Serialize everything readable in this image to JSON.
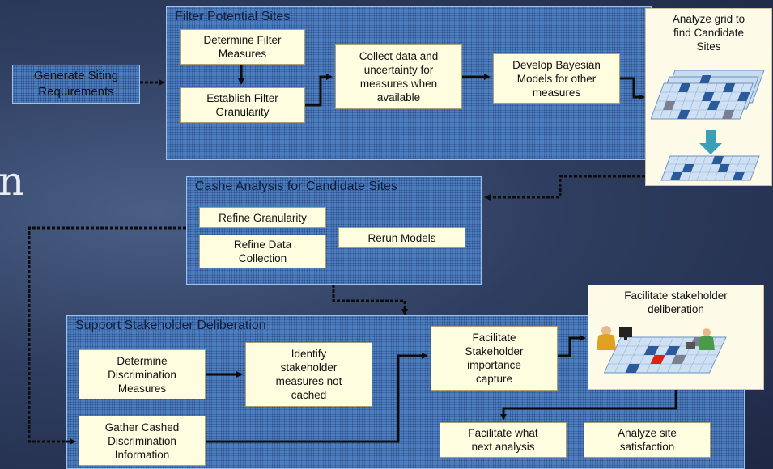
{
  "side_char": "n",
  "input_box": "Generate Siting\nRequirements",
  "filter": {
    "title": "Filter Potential Sites",
    "determine": "Determine Filter\nMeasures",
    "establish": "Establish Filter\nGranularity",
    "collect": "Collect data and\nuncertainty for\nmeasures when\navailable",
    "develop": "Develop Bayesian\nModels for other\nmeasures"
  },
  "analyze": {
    "caption": "Analyze grid to\nfind Candidate\nSites"
  },
  "cache": {
    "title": "Cashe Analysis for Candidate Sites",
    "refine_gran": "Refine Granularity",
    "refine_data": "Refine Data\nCollection",
    "rerun": "Rerun Models"
  },
  "support": {
    "title": "Support Stakeholder Deliberation",
    "determine": "Determine\nDiscrimination\nMeasures",
    "identify": "Identify\nstakeholder\nmeasures not\ncached",
    "gather": "Gather Cashed\nDiscrimination\nInformation",
    "facilitate_capture": "Facilitate\nStakeholder\nimportance\ncapture",
    "what_next": "Facilitate what\nnext analysis",
    "analyze_site": "Analyze site\nsatisfaction"
  },
  "deliberation": {
    "caption": "Facilitate stakeholder\ndeliberation"
  },
  "colors": {
    "panel": "#4f82c4",
    "box": "#fffde0",
    "grid_dark": "#2a5a9a",
    "grid_gray": "#7a8090",
    "grid_red": "#e02010"
  }
}
